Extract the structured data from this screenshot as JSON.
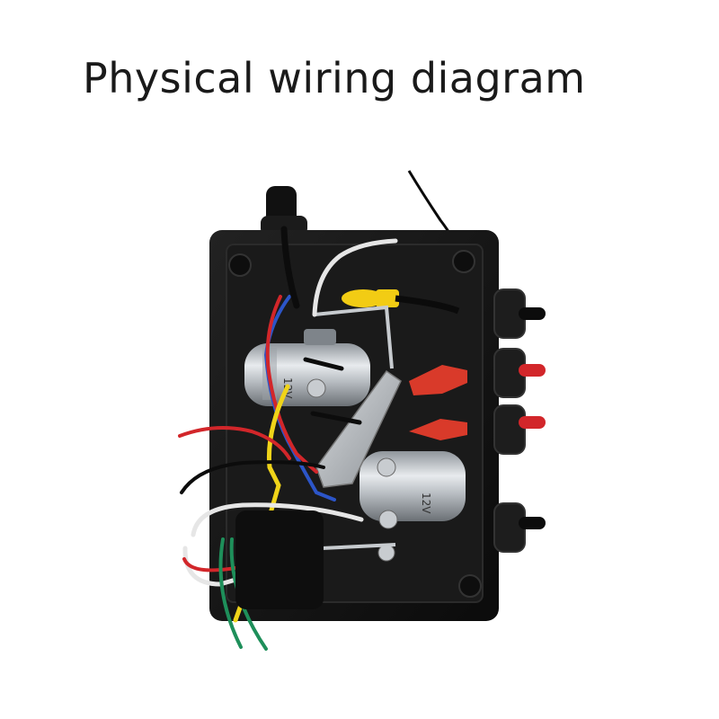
{
  "title": "Physical wiring diagram",
  "relay_labels": [
    "12V",
    "12V"
  ],
  "colors": {
    "background": "#ffffff",
    "title_text": "#1a1a1a",
    "box": "#141414",
    "wire_red": "#d2262a",
    "wire_blue": "#2c55c8",
    "wire_yellow": "#f0d419",
    "wire_white": "#e6e6e6",
    "wire_green": "#1e8f5a",
    "wire_black": "#0c0c0c",
    "terminal_red": "#d93a2a",
    "terminal_yellow": "#f2cc14",
    "metal": "#bfc3c8"
  }
}
